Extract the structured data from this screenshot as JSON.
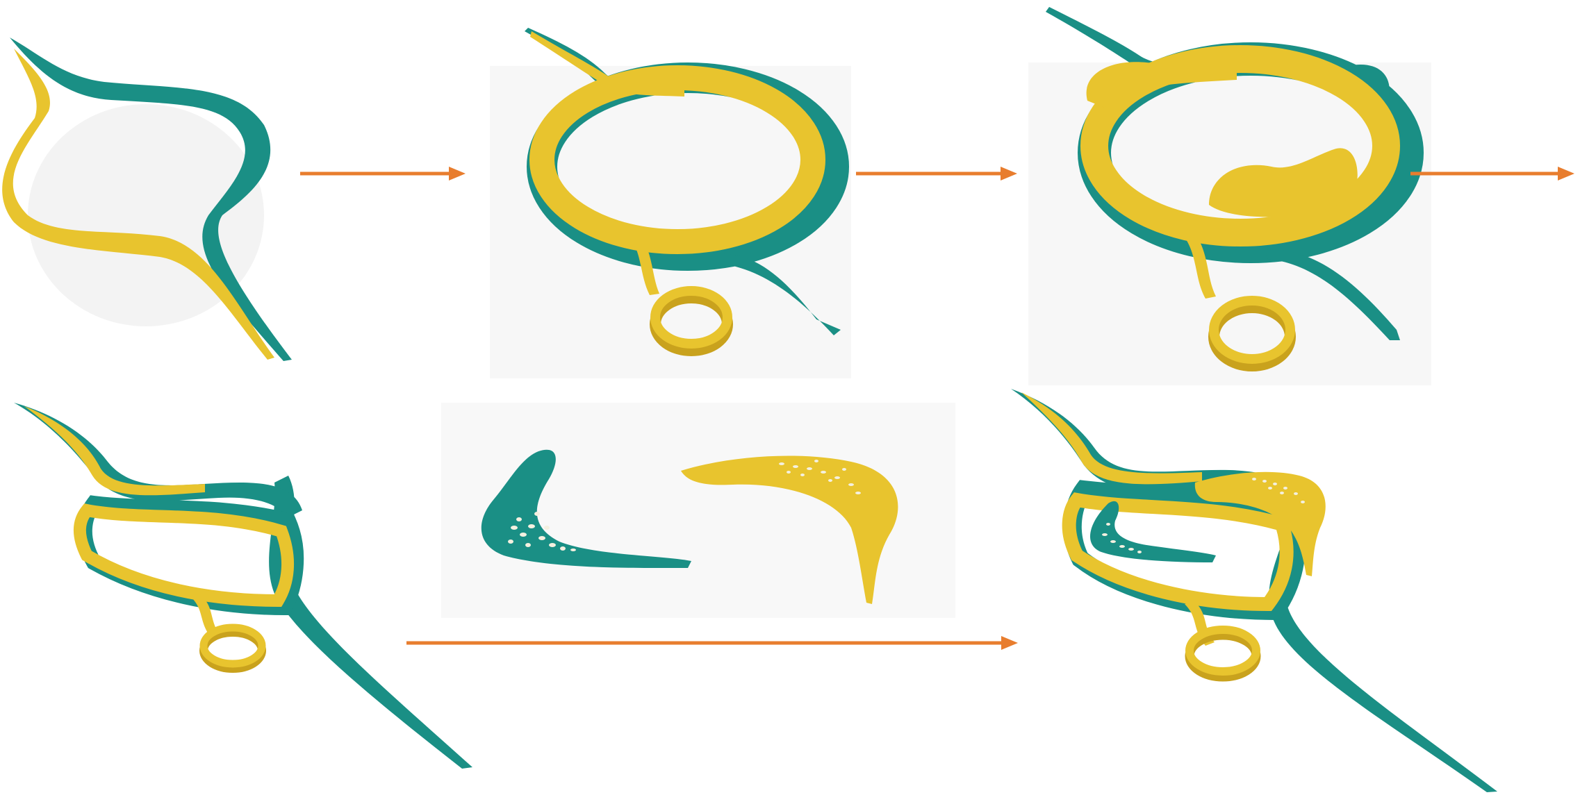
{
  "colors": {
    "teal": "#1a8f85",
    "teal_dark": "#137a71",
    "yellow": "#e8c42e",
    "yellow_dark": "#c9a21d",
    "arrow": "#e87d2e",
    "shadow": "#d8d8d8"
  },
  "panels": [
    {
      "name": "stage-1-open-loop"
    },
    {
      "name": "stage-2-ring-with-small-loop"
    },
    {
      "name": "stage-3-ring-with-blob"
    },
    {
      "name": "stage-4-stacked-frames"
    },
    {
      "name": "stage-5-perforated-shells"
    },
    {
      "name": "stage-6-final-assembly"
    }
  ],
  "arrows": [
    {
      "name": "arrow-stage1-to-stage2"
    },
    {
      "name": "arrow-stage2-to-stage3"
    },
    {
      "name": "arrow-stage3-onward"
    },
    {
      "name": "arrow-stage4-to-stage6"
    }
  ]
}
